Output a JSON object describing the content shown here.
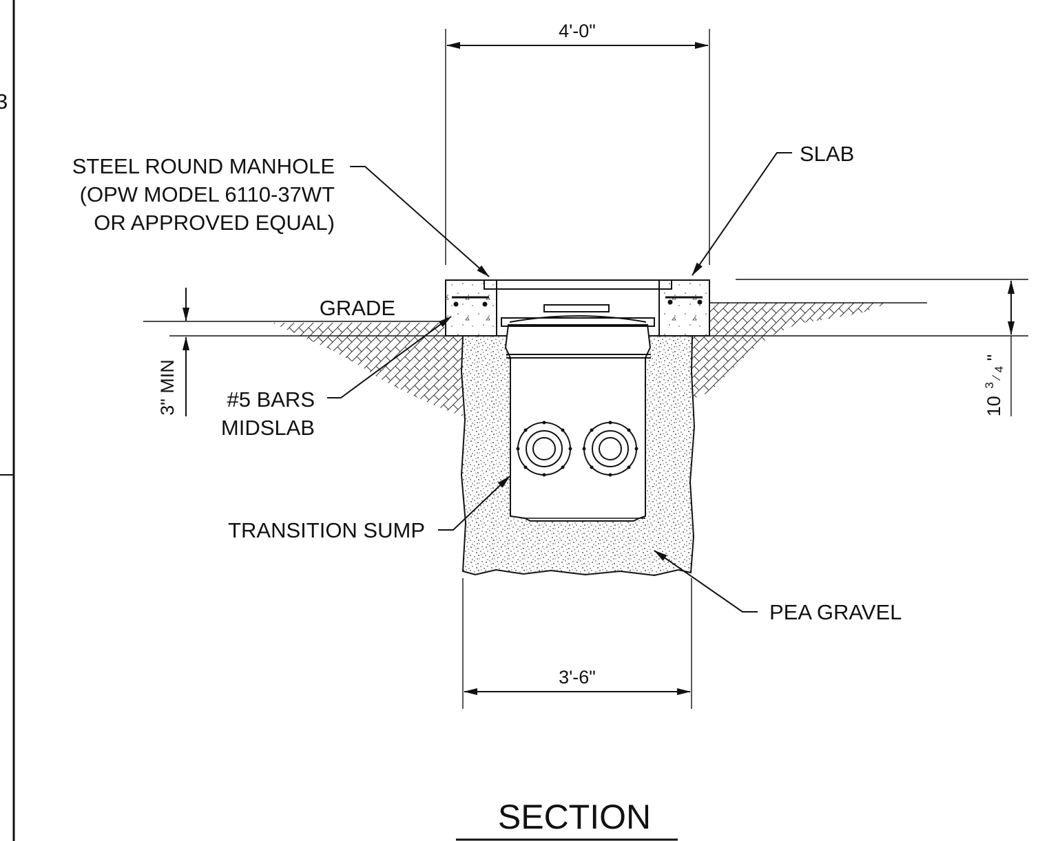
{
  "labels": {
    "manhole_line1": "STEEL ROUND MANHOLE",
    "manhole_line2": "(OPW MODEL 6110-37WT",
    "manhole_line3": "OR APPROVED EQUAL)",
    "slab": "SLAB",
    "grade": "GRADE",
    "bars_line1": "#5 BARS",
    "bars_line2": "MIDSLAB",
    "transition_sump": "TRANSITION SUMP",
    "pea_gravel": "PEA GRAVEL"
  },
  "dimensions": {
    "top_width": "4'-0\"",
    "bottom_width": "3'-6\"",
    "min_depth": "3\" MIN",
    "slab_depth_whole": "10",
    "slab_depth_num": "3",
    "slab_depth_den": "4",
    "slab_depth_inch": "\""
  },
  "title": "SECTION",
  "edge_text": "3"
}
